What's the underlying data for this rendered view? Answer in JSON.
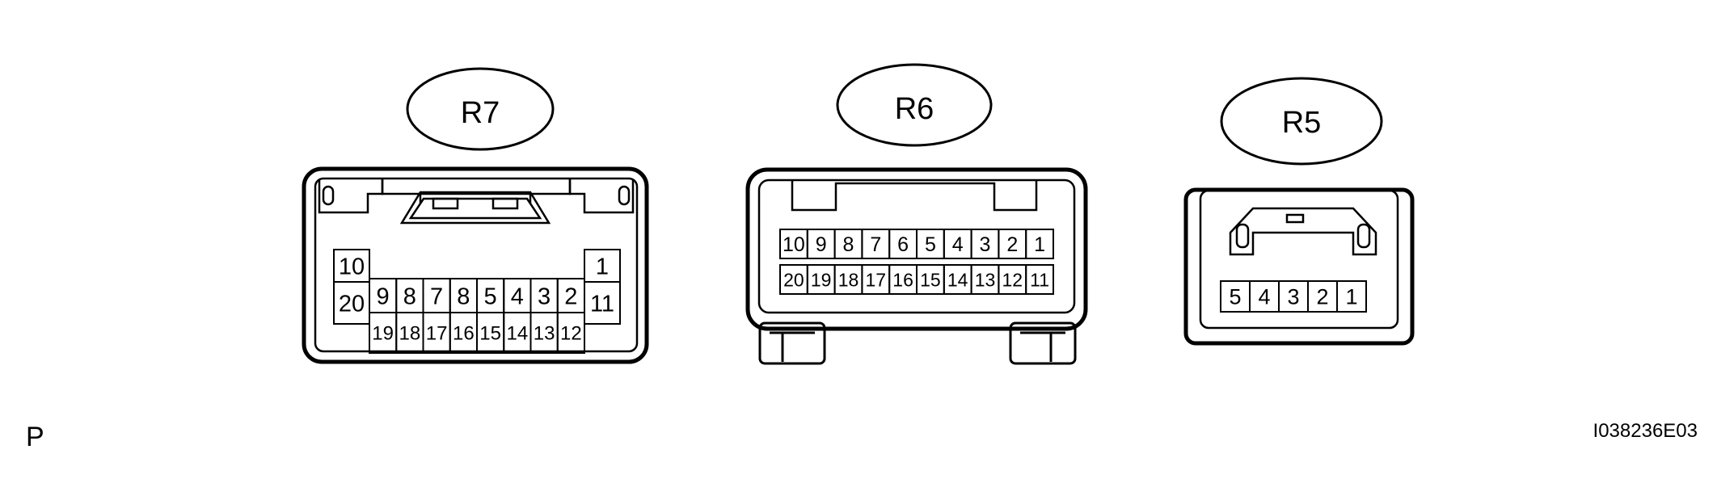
{
  "connectors": [
    {
      "id": "r7",
      "label": "R7",
      "rows": [
        [
          "10",
          "9",
          "8",
          "7",
          "8",
          "5",
          "4",
          "3",
          "2",
          "1"
        ],
        [
          "20",
          "19",
          "18",
          "17",
          "16",
          "15",
          "14",
          "13",
          "12",
          "11"
        ]
      ]
    },
    {
      "id": "r6",
      "label": "R6",
      "rows": [
        [
          "10",
          "9",
          "8",
          "7",
          "6",
          "5",
          "4",
          "3",
          "2",
          "1"
        ],
        [
          "20",
          "19",
          "18",
          "17",
          "16",
          "15",
          "14",
          "13",
          "12",
          "11"
        ]
      ]
    },
    {
      "id": "r5",
      "label": "R5",
      "rows": [
        [
          "5",
          "4",
          "3",
          "2",
          "1"
        ]
      ]
    }
  ],
  "corner_left": "P",
  "corner_right": "I038236E03"
}
